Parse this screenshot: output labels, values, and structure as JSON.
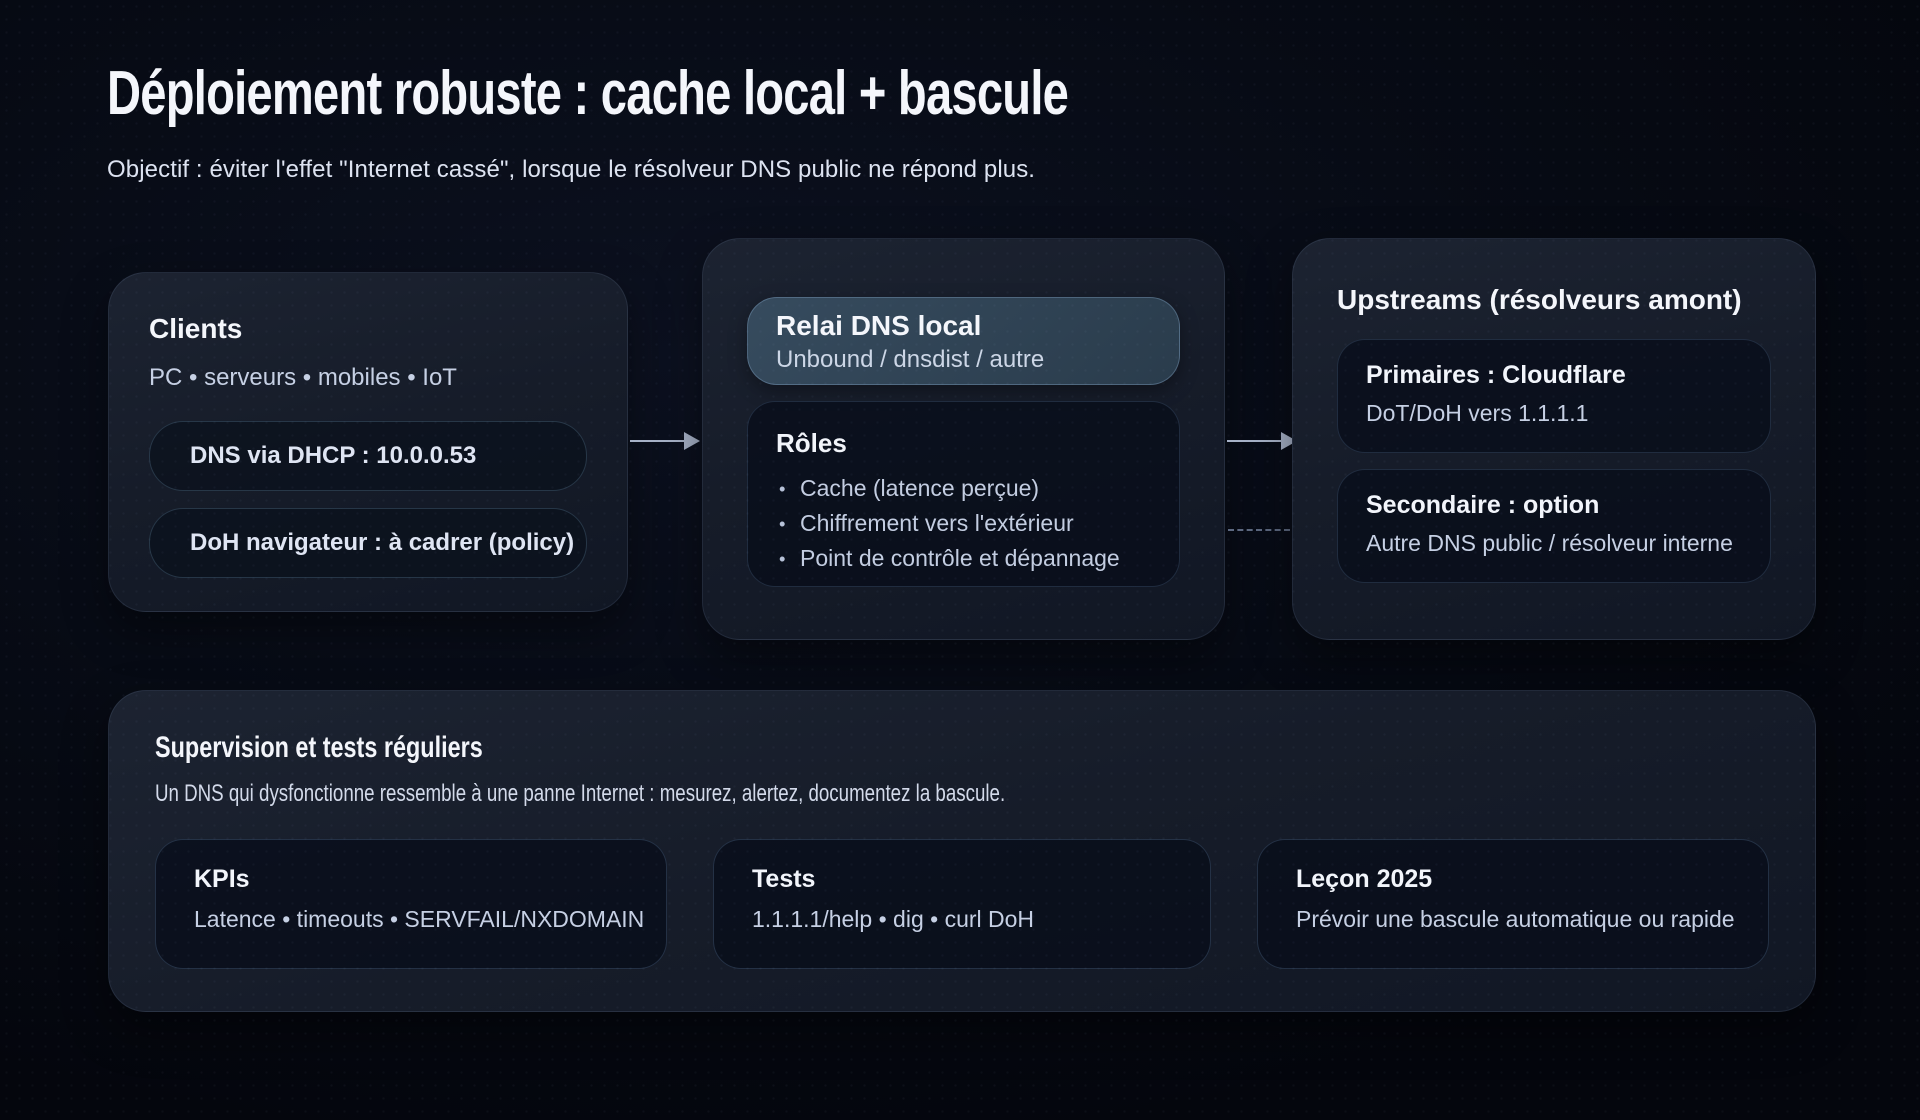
{
  "page": {
    "title": "Déploiement robuste : cache local + bascule",
    "subtitle": "Objectif : éviter l'effet \"Internet cassé\", lorsque le résolveur DNS public ne répond plus."
  },
  "clients": {
    "title": "Clients",
    "subtitle": "PC • serveurs • mobiles • IoT",
    "pills": [
      "DNS via DHCP : 10.0.0.53",
      "DoH navigateur : à cadrer (policy)"
    ]
  },
  "relay": {
    "title": "Relai DNS local",
    "subtitle": "Unbound / dnsdist / autre",
    "roles_title": "Rôles",
    "roles": [
      "Cache (latence perçue)",
      "Chiffrement vers l'extérieur",
      "Point de contrôle et dépannage"
    ]
  },
  "upstreams": {
    "title": "Upstreams (résolveurs amont)",
    "primary": {
      "title": "Primaires : Cloudflare",
      "subtitle": "DoT/DoH vers 1.1.1.1"
    },
    "secondary": {
      "title": "Secondaire : option",
      "subtitle": "Autre DNS public / résolveur interne"
    }
  },
  "supervision": {
    "title": "Supervision et tests réguliers",
    "description": "Un DNS qui dysfonctionne ressemble à une panne Internet : mesurez, alertez, documentez la bascule.",
    "minis": [
      {
        "title": "KPIs",
        "line": "Latence • timeouts • SERVFAIL/NXDOMAIN"
      },
      {
        "title": "Tests",
        "line": "1.1.1.1/help • dig • curl DoH"
      },
      {
        "title": "Leçon 2025",
        "line": "Prévoir une bascule automatique ou rapide"
      }
    ]
  },
  "colors": {
    "background": "#070b15",
    "card": "#161c29",
    "highlight_pill": "#2f4253",
    "text_primary": "#f4f6fb",
    "text_secondary": "#c6d0e4",
    "arrow": "#a7b2c8"
  }
}
